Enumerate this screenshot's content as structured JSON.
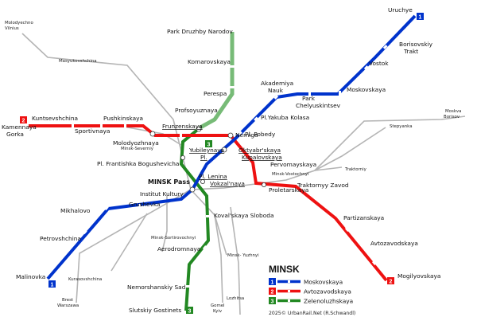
{
  "title": "MINSK",
  "credit": "2025© UrbanRail.Net (R.Schwandl)",
  "colors": {
    "blue": "#0033cc",
    "red": "#ee1111",
    "green": "#228822",
    "light_green": "#77bb77",
    "rail": "#b4b4b4"
  },
  "legend": [
    {
      "num": "1",
      "name": "Moskovskaya",
      "color": "#0033cc"
    },
    {
      "num": "2",
      "name": "Avtozavodskaya",
      "color": "#ee1111"
    },
    {
      "num": "3",
      "name": "Zelenoluzhskaya",
      "color": "#228822"
    }
  ],
  "terminal_badges": {
    "uruchye": "1",
    "malinovka": "1",
    "kamennaya": "2",
    "mogilyovskaya": "2",
    "slutskiy": "3",
    "fruzenskaya_green": "3"
  },
  "stations": {
    "uruchye": "Uruchye",
    "borisovskiy": "Borisovskiy",
    "trakt": "Trakt",
    "vostok": "Vostok",
    "moskovskaya": "Moskovskaya",
    "park": "Park",
    "chelyuskintsev": "Chelyuskintsev",
    "akademiya": "Akademiya",
    "nauk": "Nauk",
    "yakuba": "Pl.Yakuba Kolasa",
    "pobedy": "Pl. Pobedy",
    "oktyabrskaya": "Oktyabr'skaya",
    "kupalovskaya": "Kupalovskaya",
    "lenina": "Pl. Lenina",
    "institut": "Institut Kultury",
    "grushevka": "Grushevka",
    "mikhalovo": "Mikhalovo",
    "petrovshchina": "Petrovshchina",
    "malinovka": "Malinovka",
    "kamennaya": "Kamennaya",
    "gorka": "Gorka",
    "kuntsevshchina": "Kuntsevshchina",
    "sportivnaya": "Sportivnaya",
    "pushkinskaya": "Pushkinskaya",
    "molodyozhnaya": "Molodyozhnaya",
    "frunzenskaya": "Frunzenskaya",
    "nemiga": "Nemiga",
    "pervomayskaya": "Pervomayskaya",
    "proletarskaya": "Proletarskaya",
    "traktorniy": "Traktornyy Zavod",
    "partizanskaya": "Partizanskaya",
    "avtozavodskaya": "Avtozavodskaya",
    "mogilyovskaya": "Mogilyovskaya",
    "druzhby": "Park Druzhby Narodov",
    "komarovskaya": "Komarovskaya",
    "perespa": "Perespa",
    "profsoyuznaya": "Profsoyuznaya",
    "yubileynaya": "Yubileynaya",
    "yubileynaya2": "Pl.",
    "bogushevicha": "Pl. Frantishka Bogushevicha",
    "vokzalnaya": "Vokzal'naya",
    "kovalskaya": "Koval'skaya Sloboda",
    "aerodromnaya": "Aerodromnaya",
    "nemorshansky": "Nemorshanskiy Sad",
    "slutskiy": "Slutskiy Gostinets",
    "minsk_pass": "MINSK Pass"
  },
  "rail_labels": {
    "molodechno": "Molodyechno",
    "vilnius": "Vilnius",
    "masyukovshchina": "Masyukovshchina",
    "minsk_severniy": "Minsk-Severniy",
    "minsk_vostochniy": "Minsk-Vostochnyi",
    "stepyanka": "Stepyanka",
    "traktorniy_rail": "Traktorniy",
    "moskva": "Moskva",
    "borisov": "Borisov",
    "minsk_sortirovochniy": "Minsk-Sortirovochnyi",
    "minsk_yuzhniy": "Minsk- Yuzhnyi",
    "kurasovshchina": "Kurasovshchina",
    "brest": "Brest",
    "warszawa": "Warszawa",
    "lozhitsa": "Lozhitsa",
    "gomel": "Gomel",
    "kyiv": "Kyiv"
  }
}
